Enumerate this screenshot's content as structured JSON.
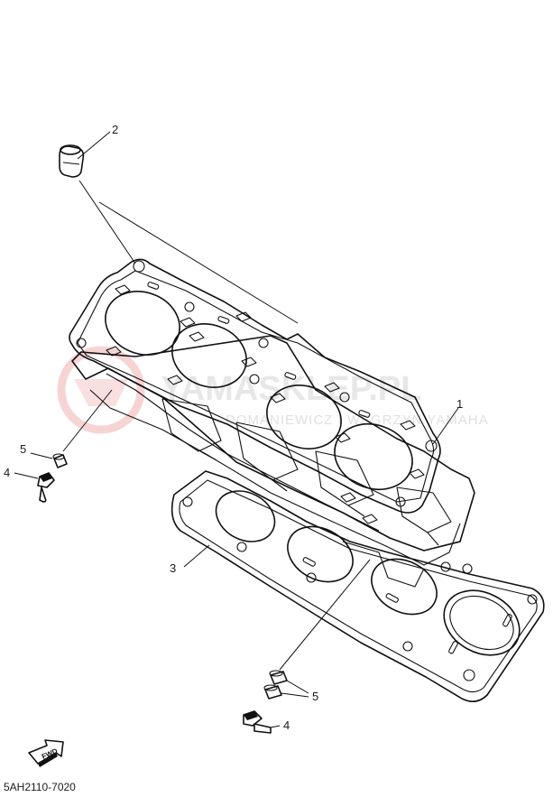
{
  "callouts": {
    "c1": "1",
    "c2": "2",
    "c3": "3",
    "c4a": "4",
    "c5a": "5",
    "c4b": "4",
    "c5b": "5"
  },
  "fwd_label": "FWD",
  "part_code": "5AH2110-7020",
  "watermark": {
    "brand": "YAMASKLEP.PL",
    "tagline": "DOMANIEWICZ I WEGRZYN YAMAHA"
  },
  "colors": {
    "ink": "#111111",
    "watermark_logo": "#f2b8b8",
    "watermark_text": "#d4d4d4"
  }
}
